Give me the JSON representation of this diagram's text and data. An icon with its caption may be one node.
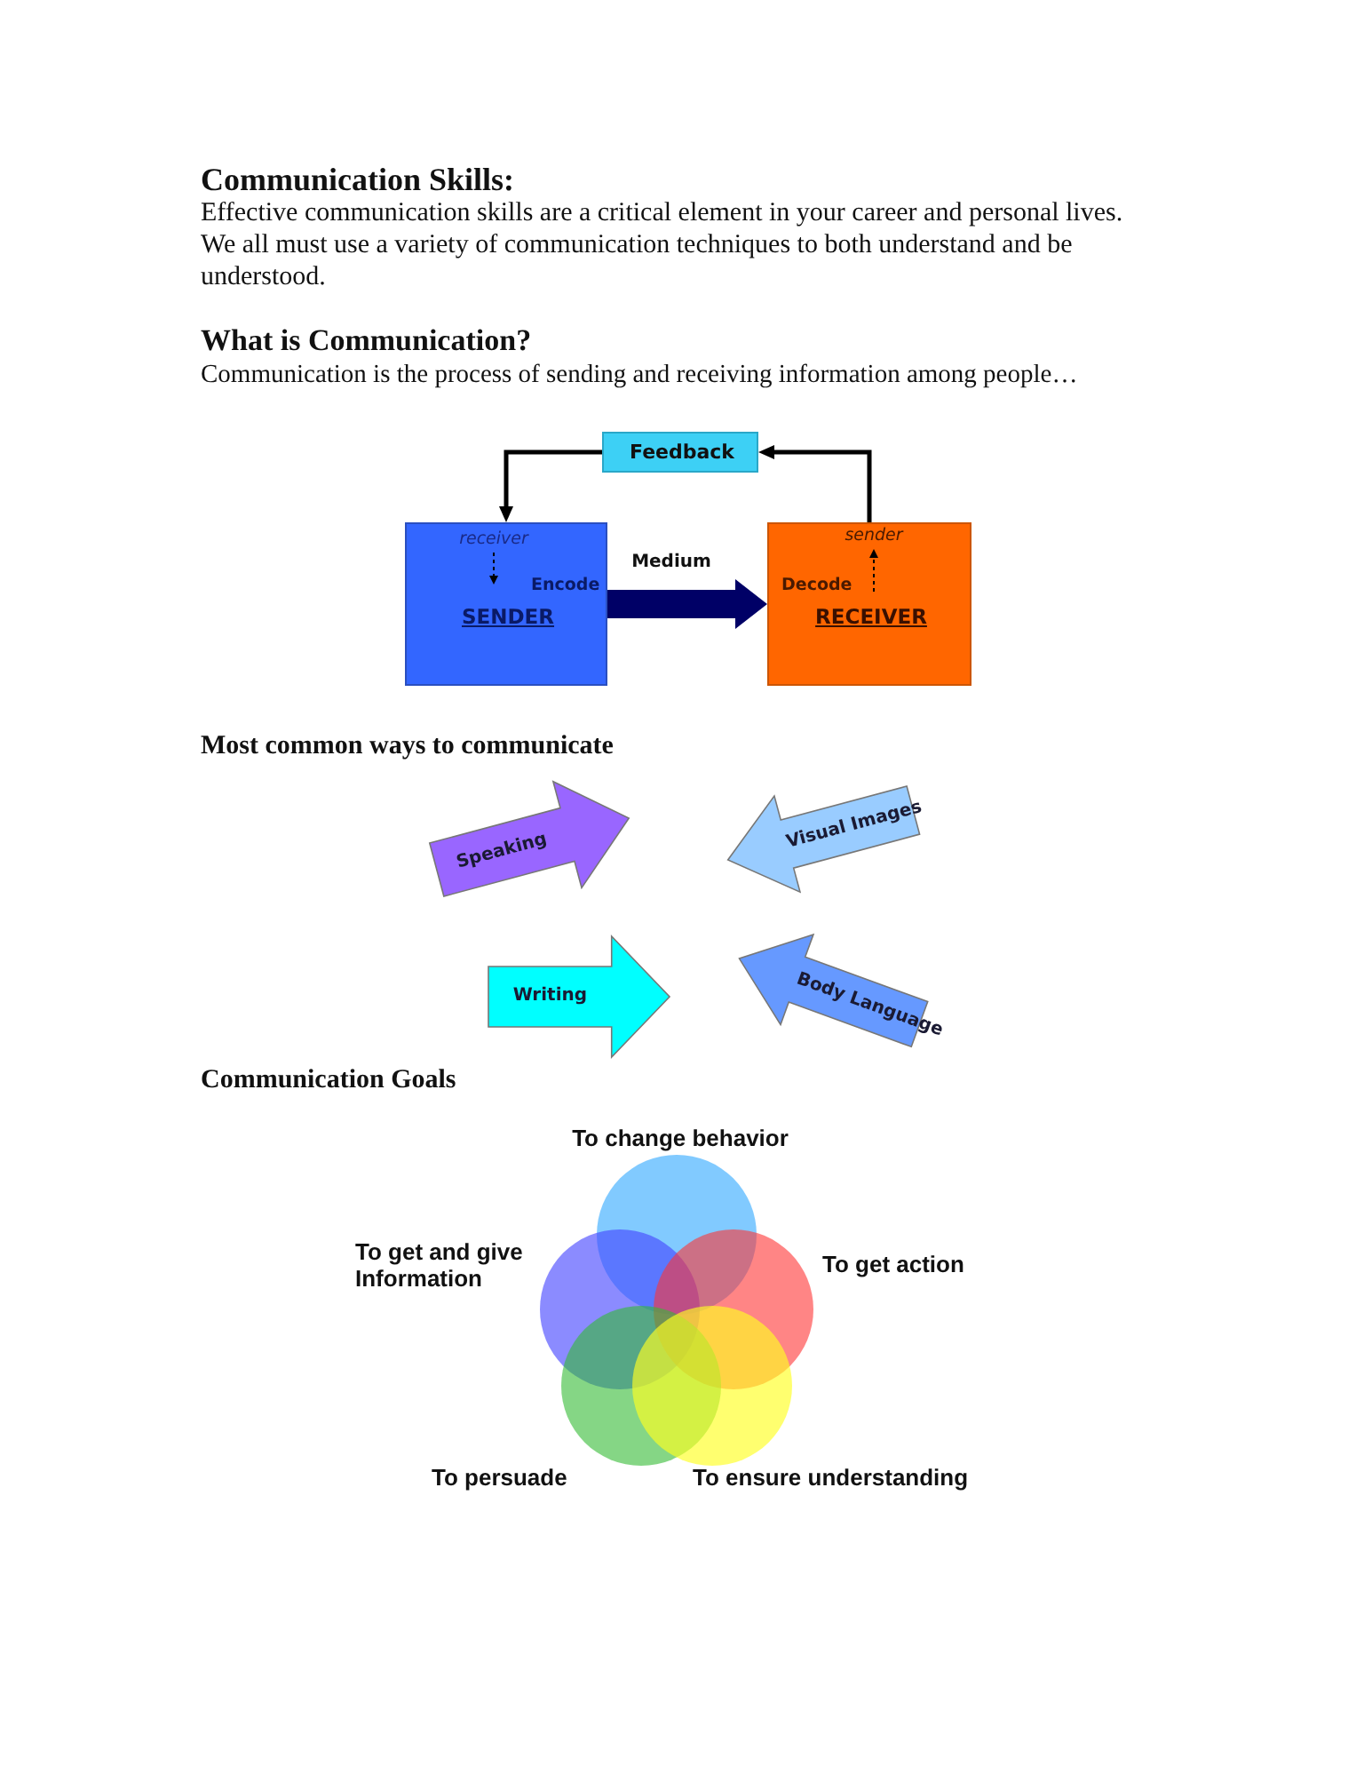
{
  "diagram": {
    "title": "Communication Skills:",
    "nodes": [
      {
        "text": [
          "Feedback"
        ]
      },
      {
        "text": [
          "Encode",
          "SENDER"
        ]
      },
      {
        "text": [
          "receiver"
        ],
        "in": 1
      },
      {
        "text": [
          "Decode",
          "RECEIVER"
        ]
      },
      {
        "text": [
          "sender"
        ],
        "in": 3
      },
      {
        "text": [
          "Speaking"
        ]
      },
      {
        "text": [
          "Visual Images"
        ]
      },
      {
        "text": [
          "Writing"
        ]
      },
      {
        "text": [
          "Body Language"
        ]
      },
      {
        "text": [],
        "shape": "circle",
        "beside": [
          "To change behavior"
        ]
      },
      {
        "text": [],
        "shape": "circle",
        "beside": [
          "To get and give Information"
        ]
      },
      {
        "text": [],
        "shape": "circle",
        "beside": [
          "To get action"
        ]
      },
      {
        "text": [],
        "shape": "circle",
        "beside": [
          "To persuade"
        ]
      },
      {
        "text": [],
        "shape": "circle",
        "beside": [
          "To ensure understanding"
        ]
      }
    ],
    "edges": [
      {
        "from": 3,
        "to": 0,
        "arrow": "to"
      },
      {
        "from": 0,
        "to": 1,
        "arrow": "to"
      },
      {
        "from": 1,
        "to": 3,
        "arrow": "to",
        "label": "Medium",
        "style": "thick",
        "color": "#000066"
      },
      {
        "from": 2,
        "to": null,
        "arrow": "to",
        "style": "dashed"
      },
      {
        "from": null,
        "to": 4,
        "arrow": "to",
        "style": "dashed"
      }
    ],
    "labels": [
      "Effective communication skills are a critical element in your career and personal lives. We all must use a variety of communication techniques to both understand and be understood.",
      "What is Communication?",
      "Communication is the process of sending and receiving information among people…",
      "Most common ways to communicate",
      "Communication Goals"
    ]
  }
}
